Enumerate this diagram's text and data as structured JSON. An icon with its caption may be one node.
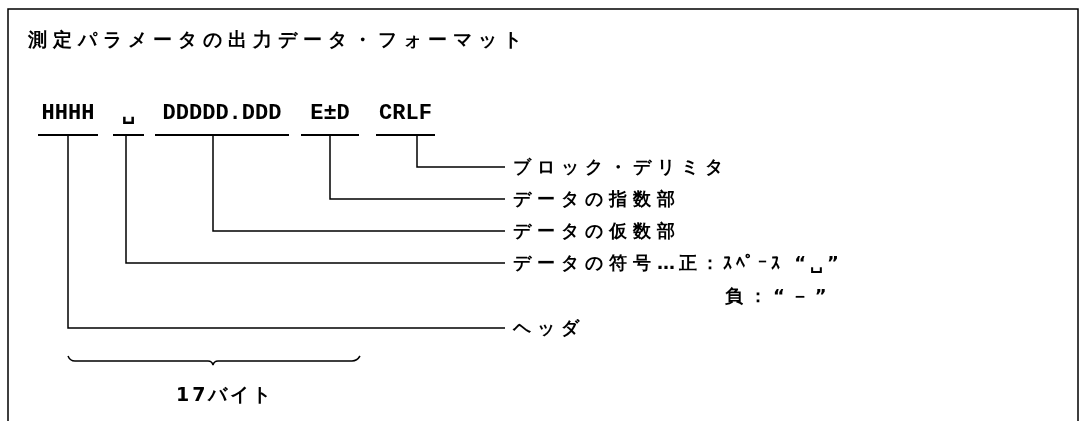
{
  "diagram": {
    "title": "測定パラメータの出力データ・フォーマット",
    "nodes": [
      {
        "text": [
          "HHHH"
        ]
      },
      {
        "text": [
          "␣"
        ]
      },
      {
        "text": [
          "DDDDD.DDD"
        ]
      },
      {
        "text": [
          "E±D"
        ]
      },
      {
        "text": [
          "CRLF"
        ]
      },
      {
        "text": [
          "ブロック・デリミタ"
        ]
      },
      {
        "text": [
          "データの指数部"
        ]
      },
      {
        "text": [
          "データの仮数部"
        ]
      },
      {
        "text": [
          "データの符号"
        ],
        "beside": [
          "…正：ｽﾍﾟｰｽ “␣”",
          "負：“－”"
        ]
      },
      {
        "text": [
          "ヘッダ"
        ]
      }
    ],
    "edges": [
      {
        "from": 5,
        "to": 4,
        "arrow": "none"
      },
      {
        "from": 6,
        "to": 3,
        "arrow": "none"
      },
      {
        "from": 7,
        "to": 2,
        "arrow": "none"
      },
      {
        "from": 8,
        "to": 1,
        "arrow": "none"
      },
      {
        "from": 9,
        "to": 0,
        "arrow": "none"
      }
    ],
    "labels": [
      "17バイト"
    ]
  }
}
